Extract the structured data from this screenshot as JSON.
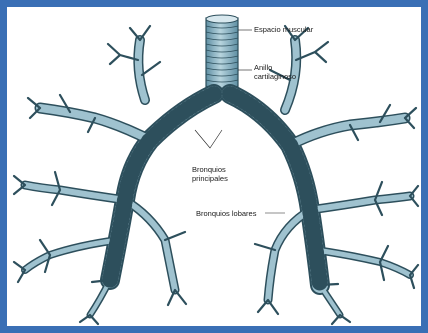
{
  "frame_color": "#3a6fb5",
  "airway_fill": "#8fb7c6",
  "airway_stroke": "#2d4f5c",
  "labels": {
    "muscle_space": "Espacio muscular",
    "ring_line1": "Anillo",
    "ring_line2": "cartilaginoso",
    "main_bronchi_line1": "Bronquios",
    "main_bronchi_line2": "principales",
    "lobar_bronchi": "Bronquios lobares"
  }
}
